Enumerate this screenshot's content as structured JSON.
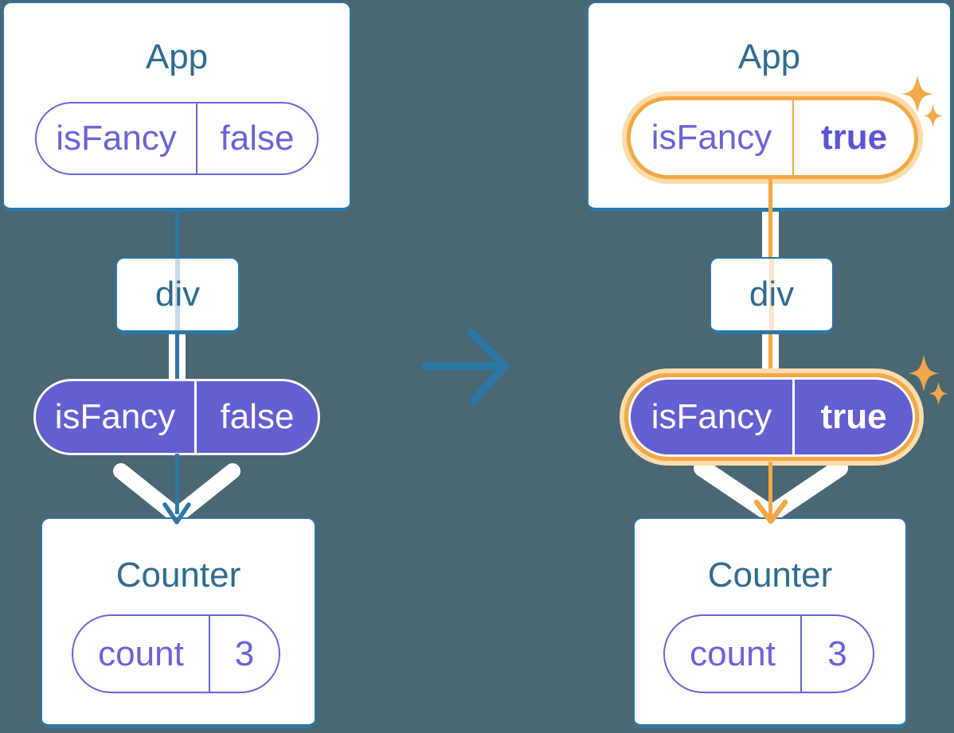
{
  "colors": {
    "background": "#4a6773",
    "card_border_blue": "#2e77a5",
    "title_text": "#2d6b90",
    "purple_fill": "#645fd0",
    "purple_text": "#6a63d8",
    "purple_bold_text": "#5b55d3",
    "highlight_orange": "#f4a845",
    "highlight_orange_halo": "#fbdcab",
    "ghost_line_blue": "#ccd8ee",
    "ghost_line_orange": "#fce4c4",
    "white": "#ffffff"
  },
  "left_tree": {
    "app": {
      "title": "App",
      "pill": {
        "key": "isFancy",
        "value": "false"
      }
    },
    "div_node": {
      "label": "div"
    },
    "props_pill": {
      "key": "isFancy",
      "value": "false"
    },
    "counter": {
      "title": "Counter",
      "pill": {
        "key": "count",
        "value": "3"
      }
    }
  },
  "right_tree": {
    "app": {
      "title": "App",
      "pill": {
        "key": "isFancy",
        "value": "true"
      }
    },
    "div_node": {
      "label": "div"
    },
    "props_pill": {
      "key": "isFancy",
      "value": "true"
    },
    "counter": {
      "title": "Counter",
      "pill": {
        "key": "count",
        "value": "3"
      }
    }
  }
}
